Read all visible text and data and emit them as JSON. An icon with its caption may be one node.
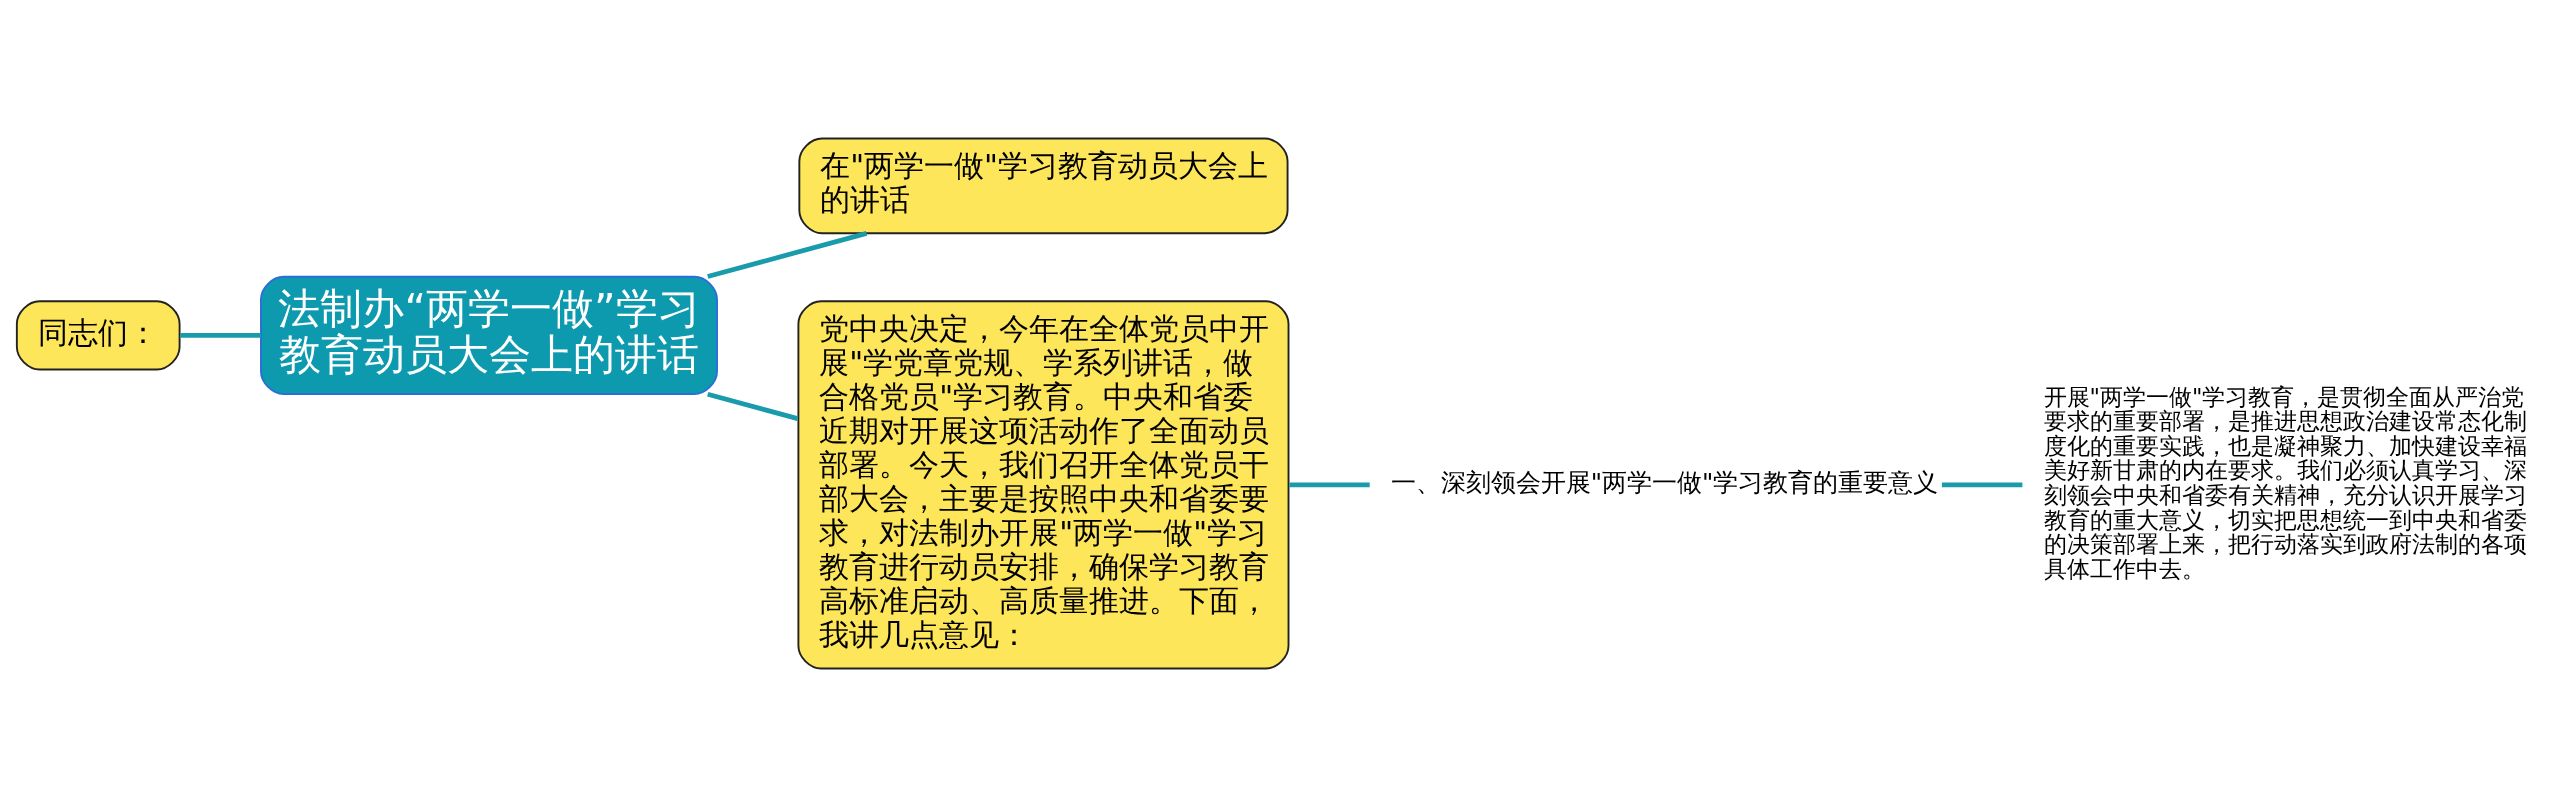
{
  "diagram": {
    "nodes": [
      {
        "text": [
          "法制办“两学一做”学习教育动员大会上的讲话"
        ]
      },
      {
        "text": [
          "同志们："
        ]
      },
      {
        "text": [
          "在\"两学一做\"学习教育动员大会上的讲话"
        ]
      },
      {
        "text": [
          "党中央决定，今年在全体党员中开展\"学党章党规、学系列讲话，做合格党员\"学习教育。中央和省委近期对开展这项活动作了全面动员部署。今天，我们召开全体党员干部大会，主要是按照中央和省委要求，对法制办开展\"两学一做\"学习教育进行动员安排，确保学习教育高标准启动、高质量推进。下面，我讲几点意见："
        ]
      },
      {
        "text": [
          "一、深刻领会开展\"两学一做\"学习教育的重要意义"
        ]
      },
      {
        "text": [
          "开展\"两学一做\"学习教育，是贯彻全面从严治党要求的重要部署，是推进思想政治建设常态化制度化的重要实践，也是凝神聚力、加快建设幸福美好新甘肃的内在要求。我们必须认真学习、深刻领会中央和省委有关精神，充分认识开展学习教育的重大意义，切实把思想统一到中央和省委的决策部署上来，把行动落实到政府法制的各项具体工作中去。"
        ]
      }
    ],
    "edges": [
      {
        "from": 1,
        "to": 0,
        "arrow": "none"
      },
      {
        "from": 0,
        "to": 2,
        "arrow": "none"
      },
      {
        "from": 0,
        "to": 3,
        "arrow": "none"
      },
      {
        "from": 3,
        "to": 4,
        "arrow": "none"
      },
      {
        "from": 4,
        "to": 5,
        "arrow": "none"
      }
    ]
  }
}
